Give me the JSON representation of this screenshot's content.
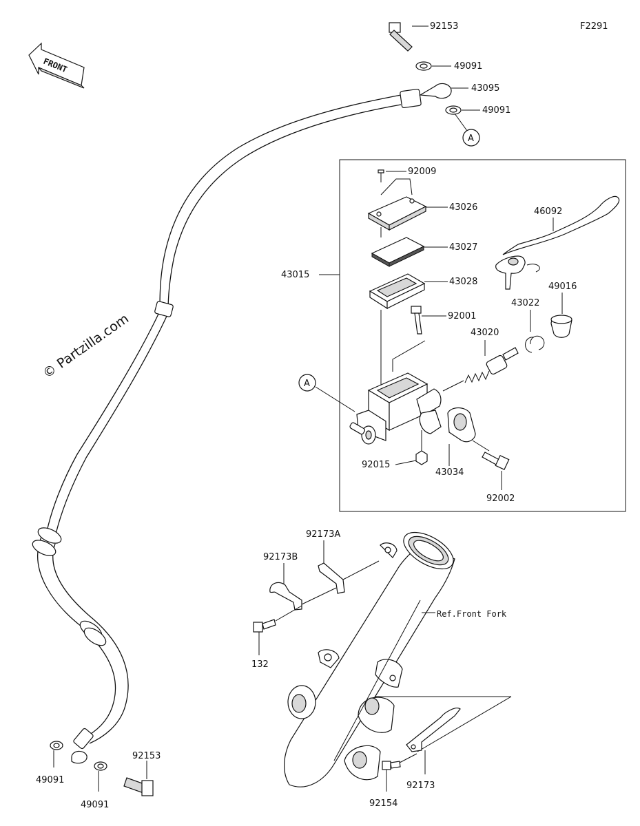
{
  "diagram_id": "F2291",
  "watermark": "© Partzilla.com",
  "front_arrow": "FRONT",
  "ref_label": "Ref.Front Fork",
  "callouts": {
    "a_top": "A",
    "a_box": "A",
    "p92153_top": "92153",
    "p49091_a": "49091",
    "p43095": "43095",
    "p49091_b": "49091",
    "p92009": "92009",
    "p43026": "43026",
    "p43027": "43027",
    "p43028": "43028",
    "p43015": "43015",
    "p46092": "46092",
    "p49016": "49016",
    "p43022": "43022",
    "p92001": "92001",
    "p43020": "43020",
    "p92015": "92015",
    "p43034": "43034",
    "p92002": "92002",
    "p92173A": "92173A",
    "p92173B": "92173B",
    "p132": "132",
    "p92153_bot": "92153",
    "p49091_c": "49091",
    "p49091_d": "49091",
    "p92173": "92173",
    "p92154": "92154"
  }
}
